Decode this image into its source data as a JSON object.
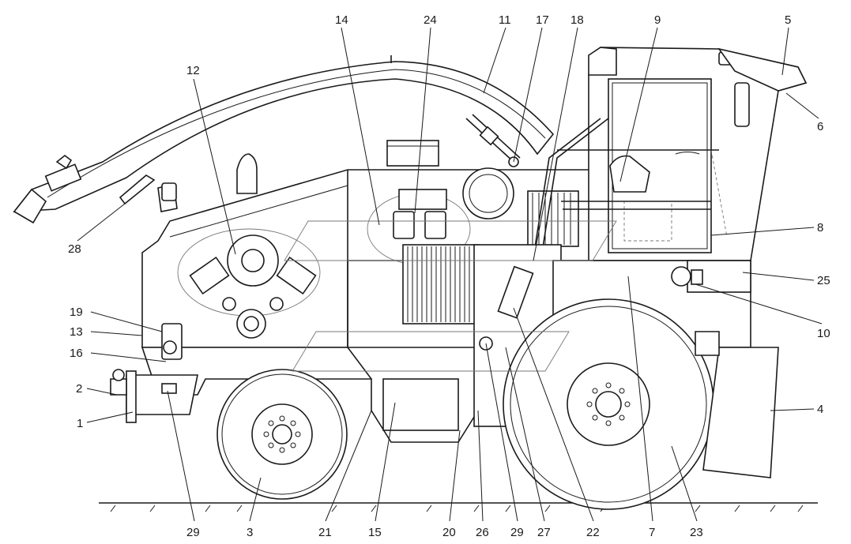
{
  "callouts": [
    {
      "id": "c14",
      "label": "14"
    },
    {
      "id": "c24",
      "label": "24"
    },
    {
      "id": "c11",
      "label": "11"
    },
    {
      "id": "c17",
      "label": "17"
    },
    {
      "id": "c18",
      "label": "18"
    },
    {
      "id": "c9",
      "label": "9"
    },
    {
      "id": "c5",
      "label": "5"
    },
    {
      "id": "c12",
      "label": "12"
    },
    {
      "id": "c6",
      "label": "6"
    },
    {
      "id": "c28",
      "label": "28"
    },
    {
      "id": "c8",
      "label": "8"
    },
    {
      "id": "c25",
      "label": "25"
    },
    {
      "id": "c19",
      "label": "19"
    },
    {
      "id": "c13",
      "label": "13"
    },
    {
      "id": "c10",
      "label": "10"
    },
    {
      "id": "c16",
      "label": "16"
    },
    {
      "id": "c2",
      "label": "2"
    },
    {
      "id": "c4",
      "label": "4"
    },
    {
      "id": "c1",
      "label": "1"
    },
    {
      "id": "c29a",
      "label": "29"
    },
    {
      "id": "c3",
      "label": "3"
    },
    {
      "id": "c21",
      "label": "21"
    },
    {
      "id": "c15",
      "label": "15"
    },
    {
      "id": "c20",
      "label": "20"
    },
    {
      "id": "c26",
      "label": "26"
    },
    {
      "id": "c29b",
      "label": "29"
    },
    {
      "id": "c27",
      "label": "27"
    },
    {
      "id": "c22",
      "label": "22"
    },
    {
      "id": "c7",
      "label": "7"
    },
    {
      "id": "c23",
      "label": "23"
    }
  ]
}
